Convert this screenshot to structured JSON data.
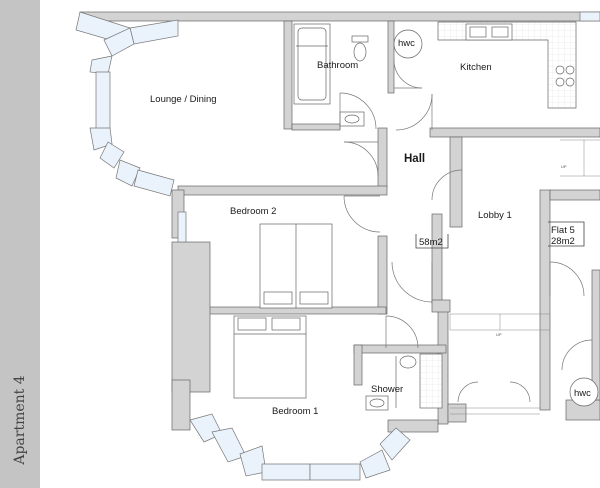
{
  "sidebar": {
    "title": "Apartment 4"
  },
  "rooms": {
    "lounge": "Lounge / Dining",
    "bathroom": "Bathroom",
    "hwc_top": "hwc",
    "kitchen": "Kitchen",
    "hall": "Hall",
    "bedroom2": "Bedroom 2",
    "lobby1": "Lobby 1",
    "area": "58m2",
    "flat5_line1": "Flat 5",
    "flat5_line2": "28m2",
    "shower": "Shower",
    "bedroom1": "Bedroom 1",
    "hwc_bottom": "hwc"
  },
  "stair_marks": {
    "up_1": "UP",
    "up_2": "UP"
  },
  "colors": {
    "wall": "#d3d3d3",
    "line": "#555555",
    "glass": "#eaf2fb",
    "sidebar": "#c4c4c4"
  }
}
